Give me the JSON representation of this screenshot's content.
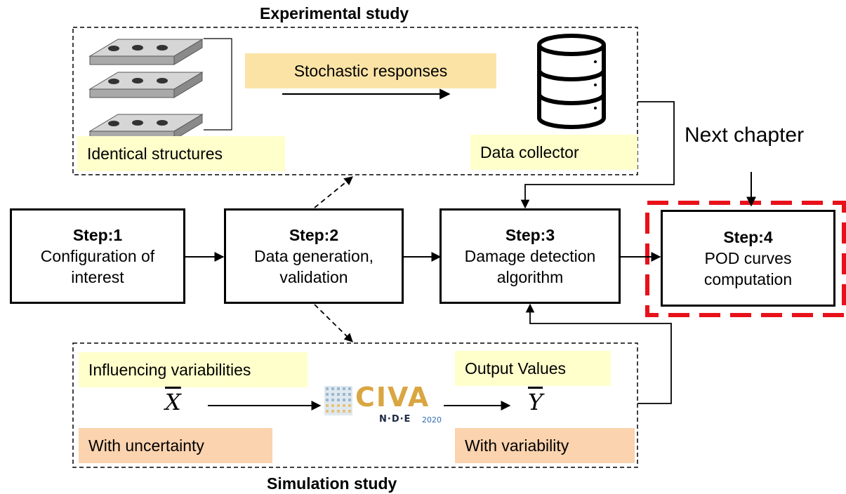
{
  "experimental": {
    "title": "Experimental study",
    "stochastic_label": "Stochastic responses",
    "structures_label": "Identical structures",
    "collector_label": "Data collector",
    "structures_icon": "plate-icon",
    "database_icon": "database-icon"
  },
  "steps": [
    {
      "title": "Step:1",
      "desc": "Configuration of\ninterest"
    },
    {
      "title": "Step:2",
      "desc": "Data generation,\nvalidation"
    },
    {
      "title": "Step:3",
      "desc": "Damage detection\nalgorithm"
    },
    {
      "title": "Step:4",
      "desc": "POD curves\ncomputation"
    }
  ],
  "next_chapter_label": "Next chapter",
  "simulation": {
    "title": "Simulation study",
    "influencing_label": "Influencing variabilities",
    "uncertainty_label": "With uncertainty",
    "output_label": "Output Values",
    "variability_label": "With variability",
    "input_symbol": "X",
    "output_symbol": "Y",
    "logo": {
      "name": "CIVA",
      "sub": "N·D·E",
      "year": "2020"
    }
  },
  "colors": {
    "highlight_yellow": "#ffffcc",
    "highlight_gold": "#fbe3a6",
    "highlight_orange": "#fbd3ae",
    "dashed_red": "#e8111a",
    "civa_gold": "#d9a641"
  }
}
